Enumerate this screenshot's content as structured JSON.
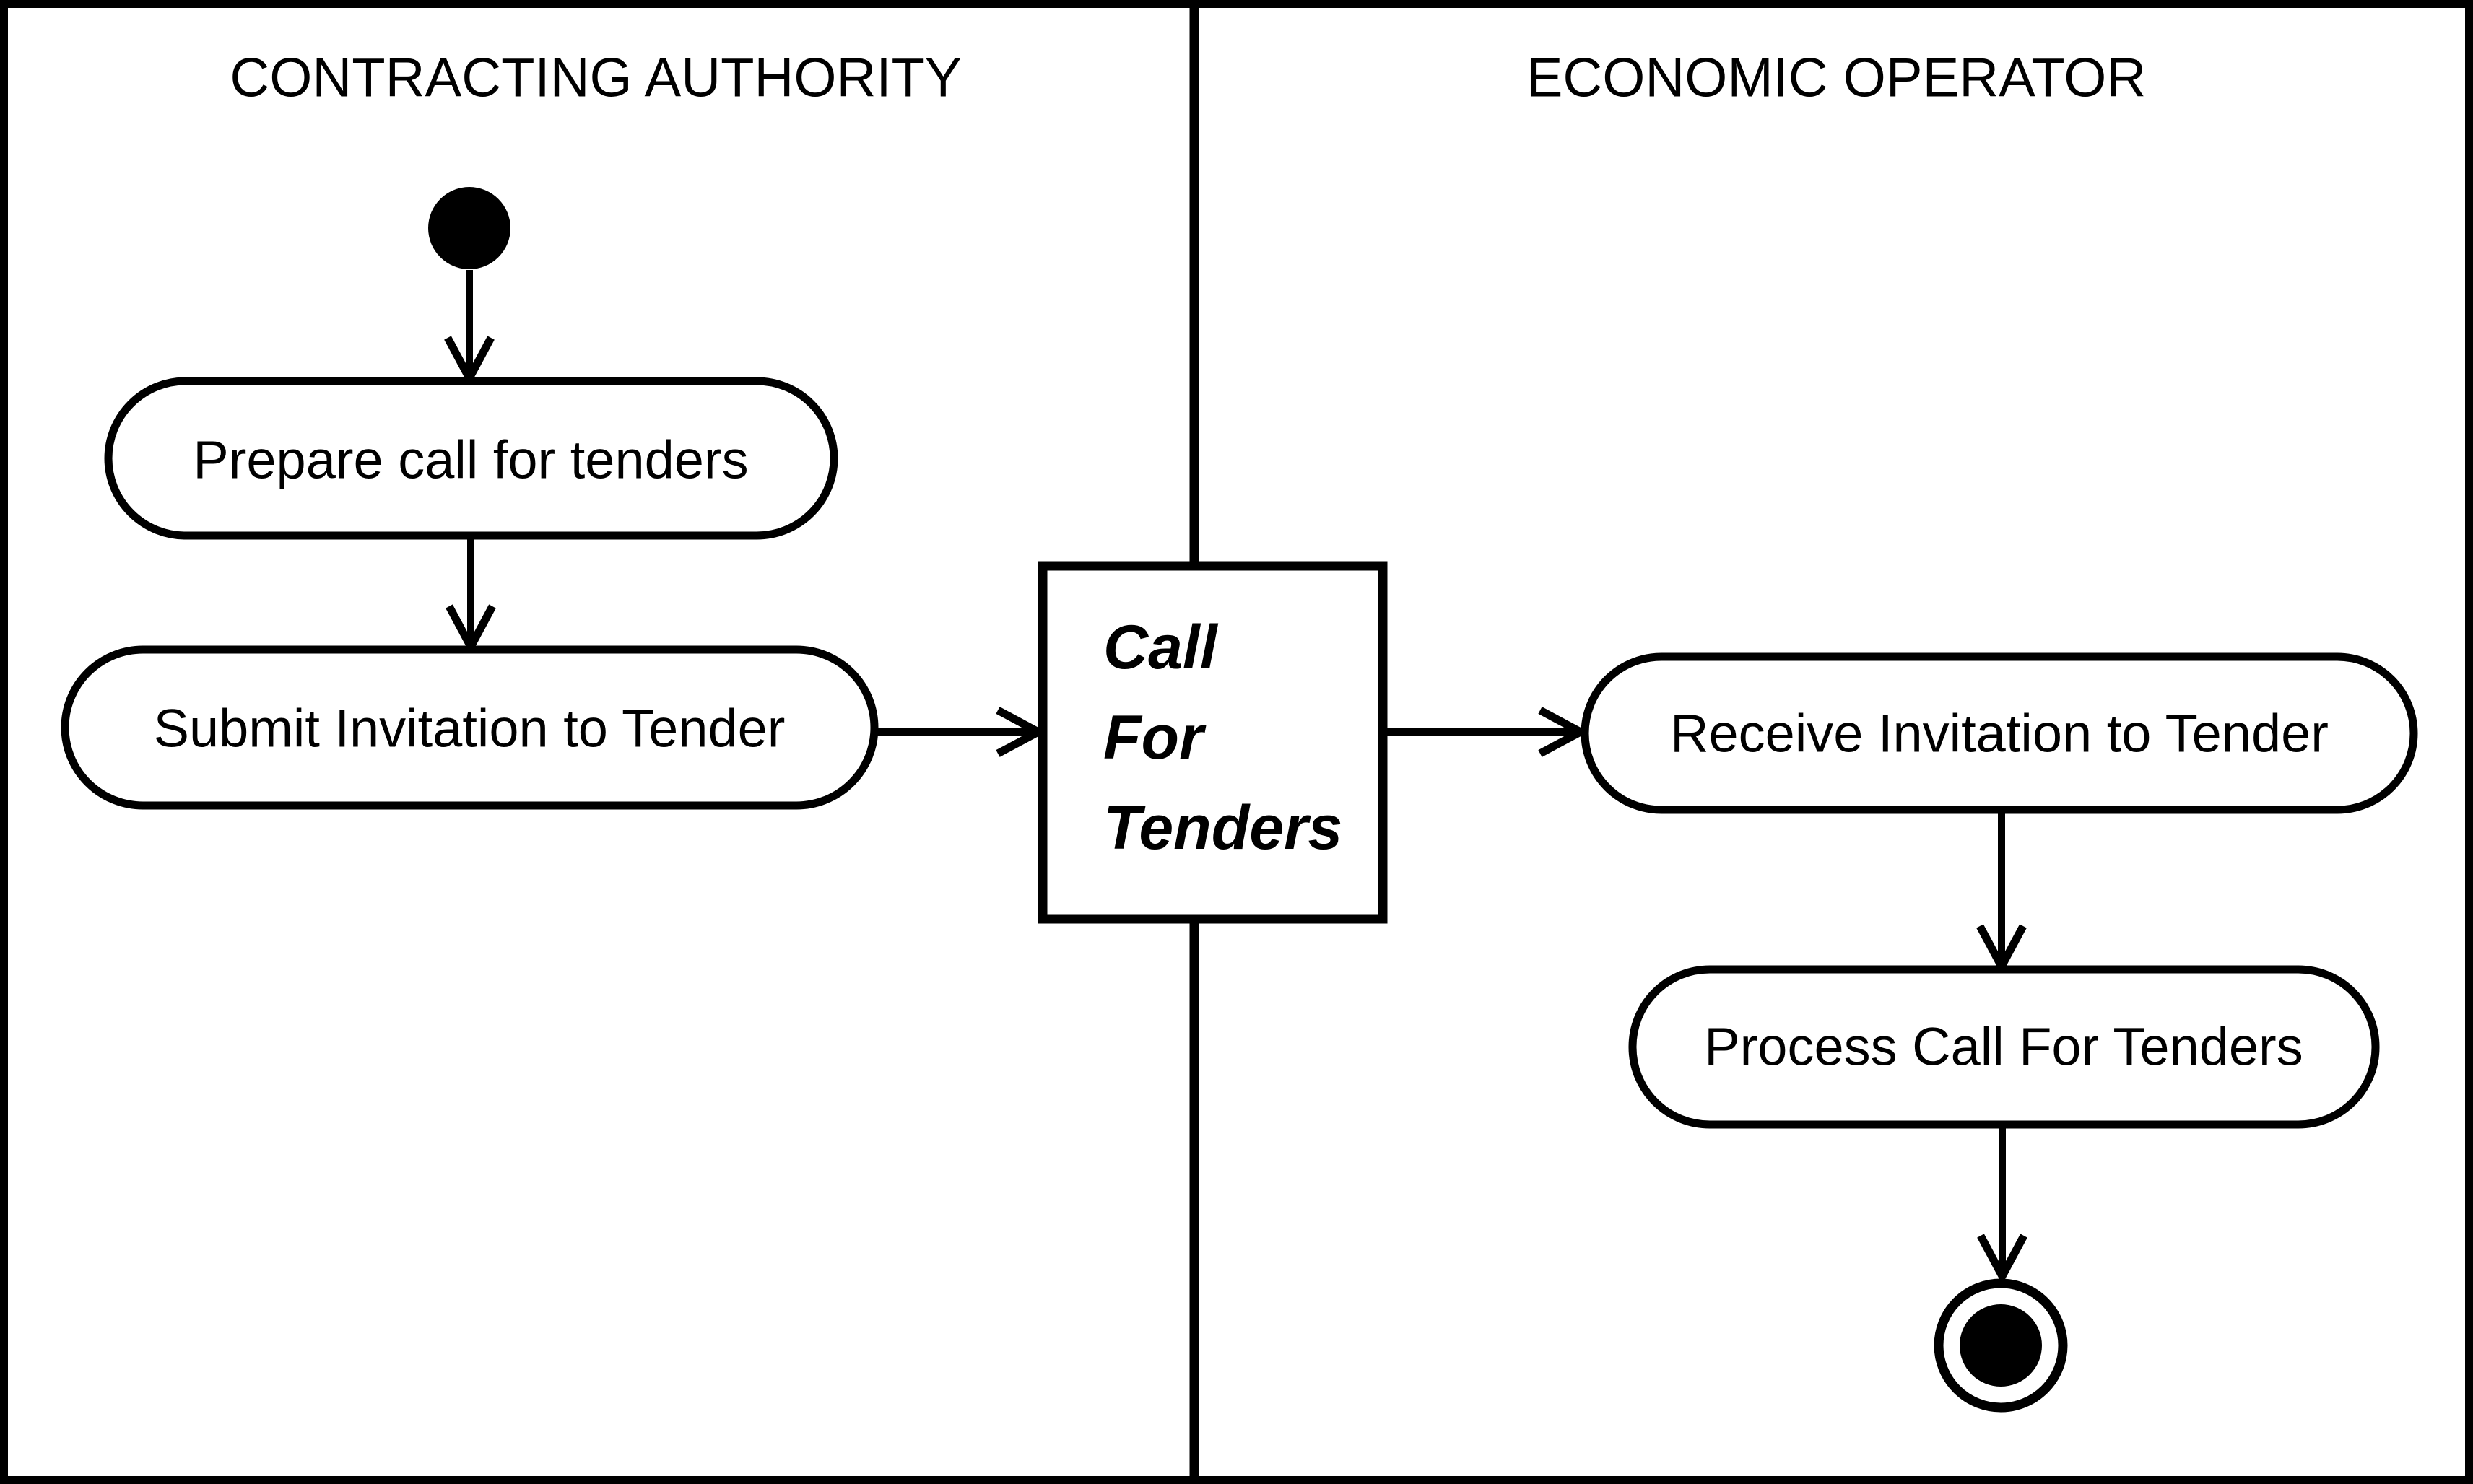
{
  "diagram": {
    "kind": "uml-activity-swimlane-diagram",
    "lanes": [
      {
        "title": "CONTRACTING AUTHORITY"
      },
      {
        "title": "ECONOMIC OPERATOR"
      }
    ],
    "nodes": {
      "initial": {
        "kind": "initial-node"
      },
      "prepare": {
        "label": "Prepare call for tenders"
      },
      "submit": {
        "label": "Submit Invitation to Tender"
      },
      "call_for_tenders_object": {
        "lines": [
          "Call",
          "For",
          "Tenders"
        ]
      },
      "receive": {
        "label": "Receive Invitation to Tender"
      },
      "process": {
        "label": "Process Call For Tenders"
      },
      "final": {
        "kind": "activity-final-node"
      }
    },
    "edges": [
      {
        "from": "initial",
        "to": "prepare"
      },
      {
        "from": "prepare",
        "to": "submit"
      },
      {
        "from": "submit",
        "to": "call_for_tenders_object"
      },
      {
        "from": "call_for_tenders_object",
        "to": "receive"
      },
      {
        "from": "receive",
        "to": "process"
      },
      {
        "from": "process",
        "to": "final"
      }
    ],
    "colors": {
      "ink": "#000000",
      "background": "#ffffff"
    }
  }
}
